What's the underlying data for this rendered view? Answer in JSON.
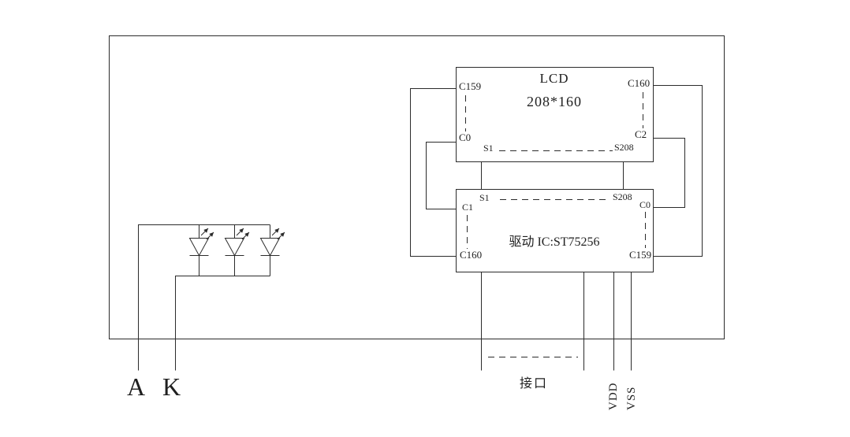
{
  "diagram": {
    "lcd": {
      "title": "LCD",
      "resolution": "208*160",
      "pin_c159": "C159",
      "pin_c160": "C160",
      "pin_c0": "C0",
      "pin_c2": "C2",
      "pin_s1": "S1",
      "pin_s208": "S208"
    },
    "driver": {
      "title": "驱动 IC:ST75256",
      "pin_s1": "S1",
      "pin_s208": "S208",
      "pin_c1": "C1",
      "pin_c0": "C0",
      "pin_c160": "C160",
      "pin_c159": "C159"
    },
    "backlight": {
      "anode_label": "A",
      "cathode_label": "K",
      "led_count": 3
    },
    "interface_label": "接口",
    "power": {
      "vdd_label": "VDD",
      "vss_label": "VSS"
    },
    "colors": {
      "line": "#2b2b2b",
      "background": "#ffffff"
    }
  }
}
